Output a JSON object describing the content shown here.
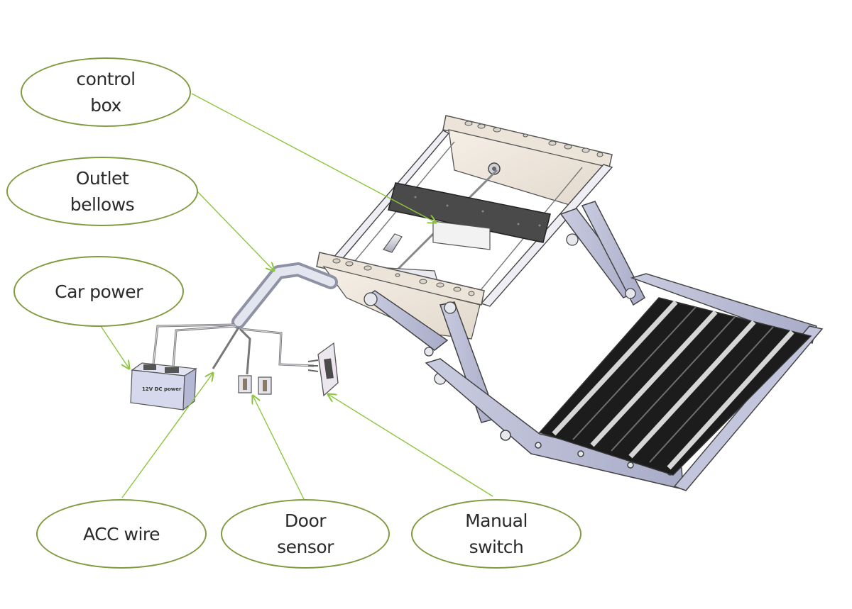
{
  "diagram": {
    "callout_color": "#8cc63f",
    "bubble_border_color": "#7f9a3f",
    "labels": {
      "control_box": "control\nbox",
      "outlet_bellows": "Outlet\nbellows",
      "car_power": "Car power",
      "acc_wire": "ACC wire",
      "door_sensor": "Door\nsensor",
      "manual_switch": "Manual\nswitch"
    },
    "power_box_text": "12V DC power"
  }
}
